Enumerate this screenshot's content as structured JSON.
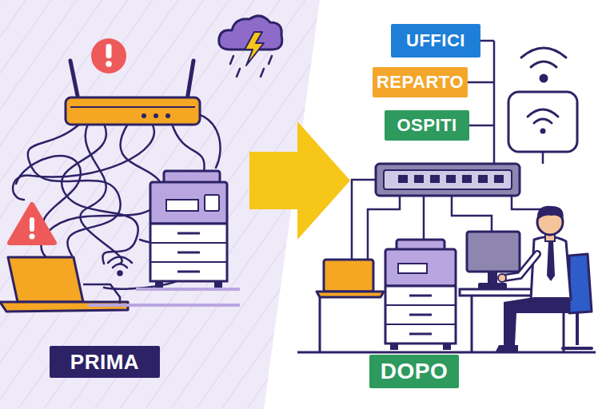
{
  "diagram": {
    "nodes": [
      {
        "text": [
          "PRIMA"
        ]
      },
      {
        "text": [
          "UFFICI"
        ]
      },
      {
        "text": [
          "REPARTO"
        ]
      },
      {
        "text": [
          "OSPITI"
        ]
      },
      {
        "text": [
          "DOPO"
        ]
      }
    ]
  }
}
